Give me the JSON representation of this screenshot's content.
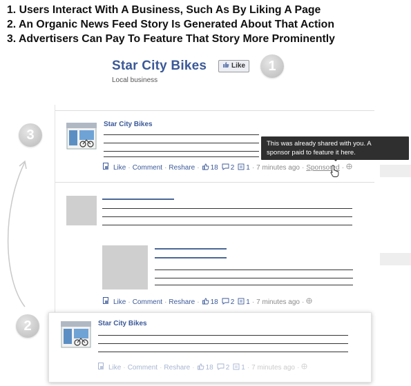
{
  "steps": [
    "1. Users Interact With A Business, Such As By Liking A Page",
    "2. An Organic News Feed Story Is Generated About That Action",
    "3. Advertisers Can Pay To Feature That Story More Prominently"
  ],
  "page_header": {
    "title": "Star City Bikes",
    "like_label": "Like",
    "category": "Local business",
    "step_number": "1"
  },
  "sponsored_story": {
    "step_number": "3",
    "name": "Star City Bikes",
    "tooltip_line1": "This was already shared with you. A",
    "tooltip_line2": "sponsor paid to feature it here.",
    "actions": {
      "like": "Like",
      "comment": "Comment",
      "reshare": "Reshare",
      "likes_count": "18",
      "comments_count": "2",
      "shares_count": "1",
      "time": "7 minutes ago",
      "sponsored": "Sponsored"
    }
  },
  "feed_story": {
    "actions": {
      "like": "Like",
      "comment": "Comment",
      "reshare": "Reshare",
      "likes_count": "18",
      "comments_count": "2",
      "shares_count": "1",
      "time": "7 minutes ago"
    }
  },
  "organic_story": {
    "step_number": "2",
    "name": "Star City Bikes",
    "actions": {
      "like": "Like",
      "comment": "Comment",
      "reshare": "Reshare",
      "likes_count": "18",
      "comments_count": "2",
      "shares_count": "1",
      "time": "7 minutes ago"
    }
  },
  "colors": {
    "facebook_blue": "#3b5998",
    "step_circle": "#c4c4c4",
    "tooltip_bg": "#2f2f2f"
  }
}
